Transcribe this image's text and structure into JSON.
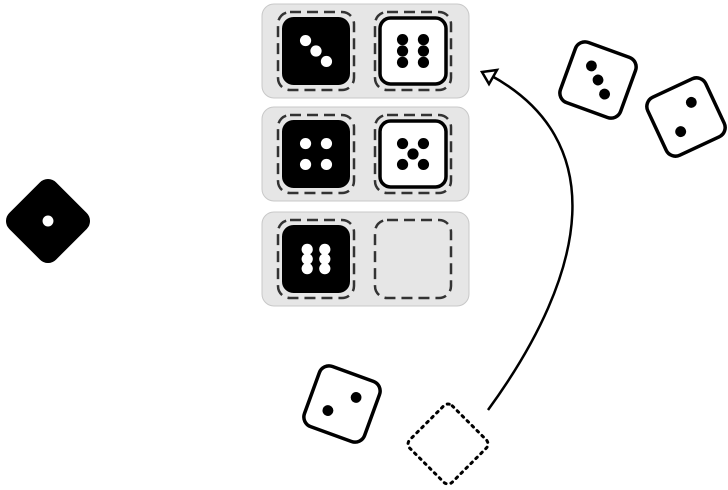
{
  "title": "",
  "colors": {
    "background": "#ffffff",
    "tray": "#e6e6e6",
    "tray_border": "#c8c8c8",
    "die_dark": "#000000",
    "die_light": "#ffffff",
    "pip_on_dark": "#ffffff",
    "pip_on_light": "#000000",
    "slot_dash": "#333333",
    "arrow": "#000000"
  },
  "tray": {
    "rows": [
      {
        "slots": [
          {
            "value": 3,
            "style": "dark"
          },
          {
            "value": 6,
            "style": "light"
          }
        ]
      },
      {
        "slots": [
          {
            "value": 4,
            "style": "dark"
          },
          {
            "value": 5,
            "style": "light"
          }
        ]
      },
      {
        "slots": [
          {
            "value": 6,
            "style": "dark",
            "orientation": "vertical"
          },
          {
            "value": 0,
            "style": "empty"
          }
        ]
      }
    ]
  },
  "loose_dice": [
    {
      "id": "left-die",
      "value": 1,
      "style": "dark"
    },
    {
      "id": "top-right-die-a",
      "value": 3,
      "style": "light"
    },
    {
      "id": "top-right-die-b",
      "value": 2,
      "style": "light"
    },
    {
      "id": "bottom-die",
      "value": 2,
      "style": "light"
    }
  ],
  "ghost_slot": {
    "style": "dotted-outline"
  },
  "move_arrow": {
    "direction": "into-tray",
    "icon": "curved-arrow-icon"
  }
}
